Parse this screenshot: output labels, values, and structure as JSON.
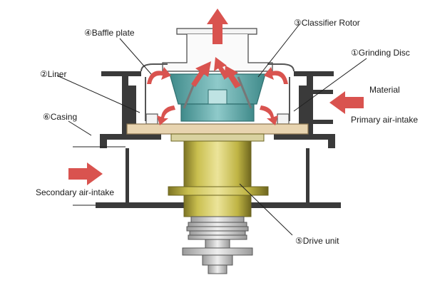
{
  "labels": {
    "baffle_plate": "④Baffle plate",
    "classifier_rotor": "③Classifier Rotor",
    "grinding_disc": "①Grinding Disc",
    "liner": "②Liner",
    "material": "Material",
    "casing": "⑥Casing",
    "primary_air": "Primary air-intake",
    "secondary_air": "Secondary air-intake",
    "drive_unit": "⑤Drive unit"
  },
  "colors": {
    "arrow_red": "#d9534f",
    "casing_dark": "#3a3a3a",
    "rotor_teal": "#5ba8a8",
    "disc_beige": "#e8d4b0",
    "drive_olive": "#c9bf4f"
  }
}
